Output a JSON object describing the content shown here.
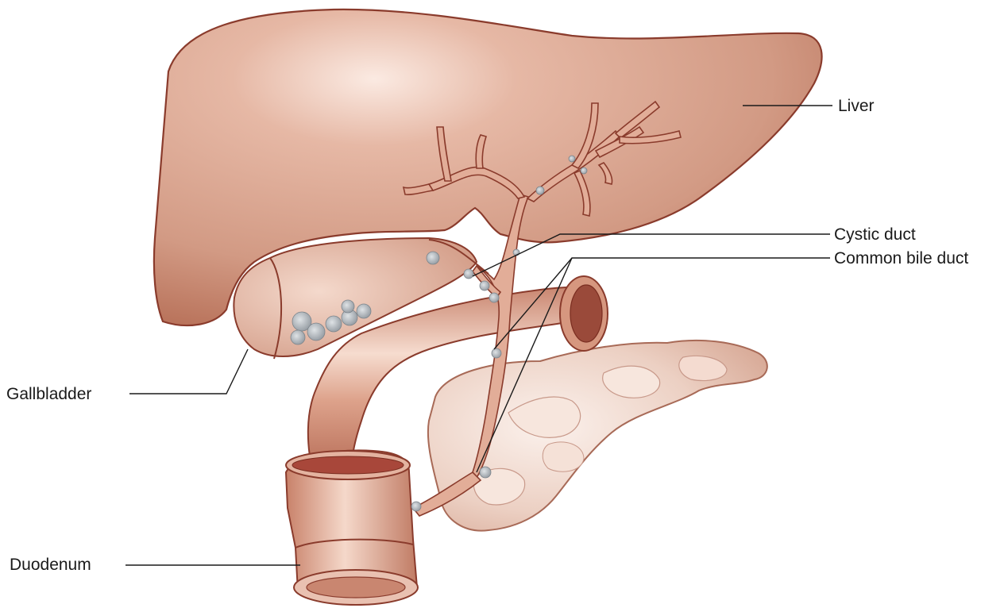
{
  "figure": {
    "labels": {
      "liver": "Liver",
      "cystic_duct": "Cystic duct",
      "common_bile_duct": "Common bile duct",
      "gallbladder": "Gallbladder",
      "duodenum": "Duodenum"
    },
    "colors": {
      "organ_fill": "#d9a893",
      "organ_dark": "#b06a55",
      "organ_outline": "#8a3b2c",
      "duodenum_fill": "#e0ad98",
      "pancreas_fill": "#edd3c6",
      "stone_fill": "#9aa1a8",
      "leader_line": "#1a1a1a"
    }
  }
}
